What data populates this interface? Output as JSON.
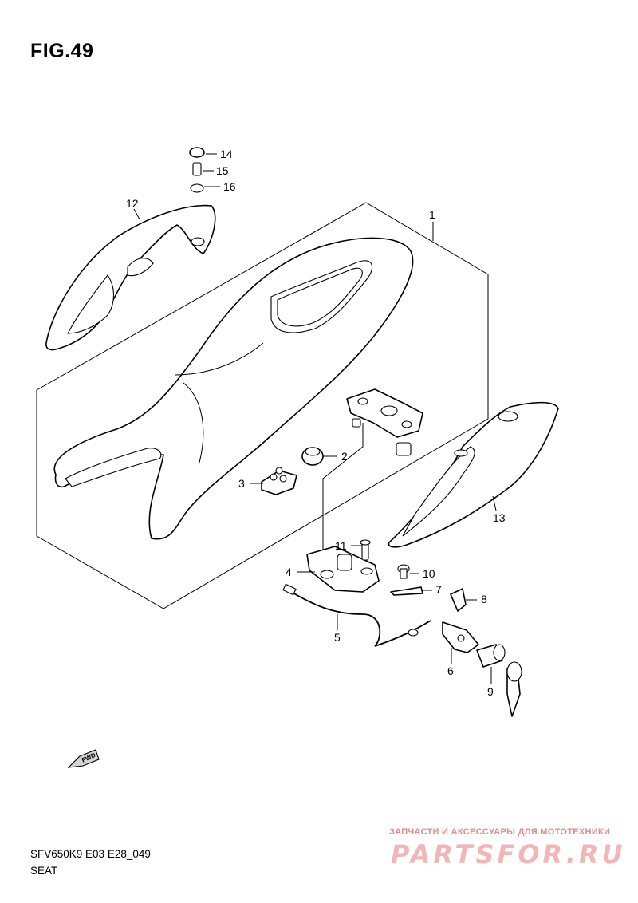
{
  "figure": {
    "title": "FIG.49"
  },
  "footer": {
    "model_code": "SFV650K9 E03 E28_049",
    "section_name": "SEAT"
  },
  "fwd_badge": "FWD",
  "watermark": {
    "tagline": "ЗАПЧАСТИ И АКСЕССУАРЫ ДЛЯ МОТОТЕХНИКИ",
    "brand": "PARTSFOR.RU"
  },
  "parts": [
    {
      "id": "1",
      "label": "1"
    },
    {
      "id": "2",
      "label": "2"
    },
    {
      "id": "3",
      "label": "3"
    },
    {
      "id": "4",
      "label": "4"
    },
    {
      "id": "5",
      "label": "5"
    },
    {
      "id": "6",
      "label": "6"
    },
    {
      "id": "7",
      "label": "7"
    },
    {
      "id": "8",
      "label": "8"
    },
    {
      "id": "9",
      "label": "9"
    },
    {
      "id": "10",
      "label": "10"
    },
    {
      "id": "11",
      "label": "11"
    },
    {
      "id": "12",
      "label": "12"
    },
    {
      "id": "13",
      "label": "13"
    },
    {
      "id": "14",
      "label": "14"
    },
    {
      "id": "15",
      "label": "15"
    },
    {
      "id": "16",
      "label": "16"
    }
  ]
}
